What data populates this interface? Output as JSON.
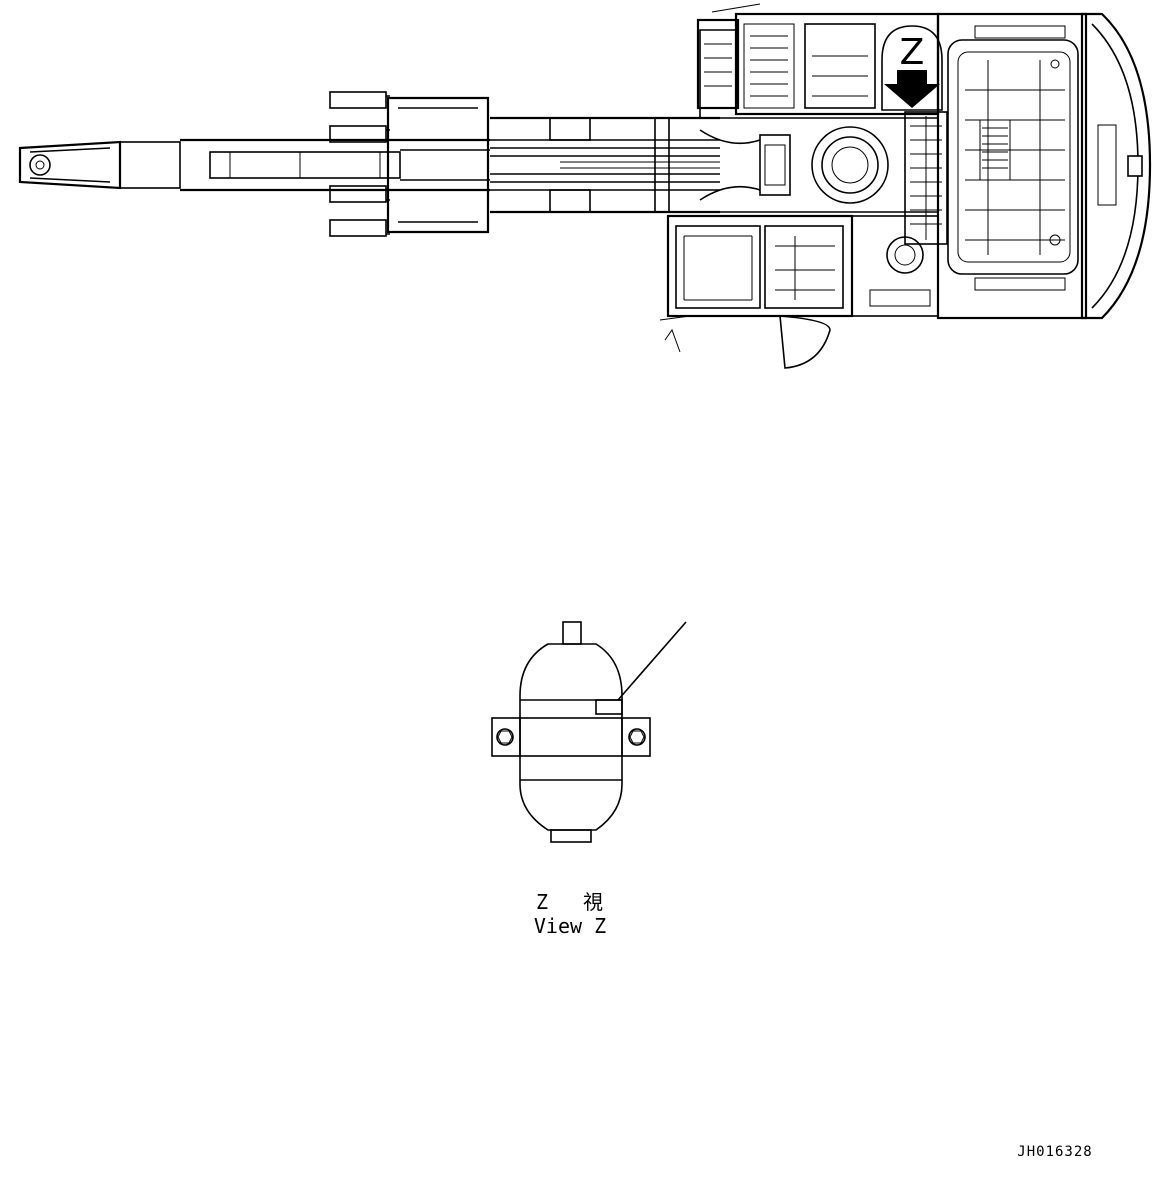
{
  "callout": {
    "letter": "Z"
  },
  "view_label": {
    "jp": "Z　 視",
    "en": "View Z"
  },
  "drawing_id": "JH016328",
  "icons": [
    "excavator-top-view-icon",
    "view-arrow-icon",
    "accumulator-icon",
    "label-plate-icon"
  ]
}
